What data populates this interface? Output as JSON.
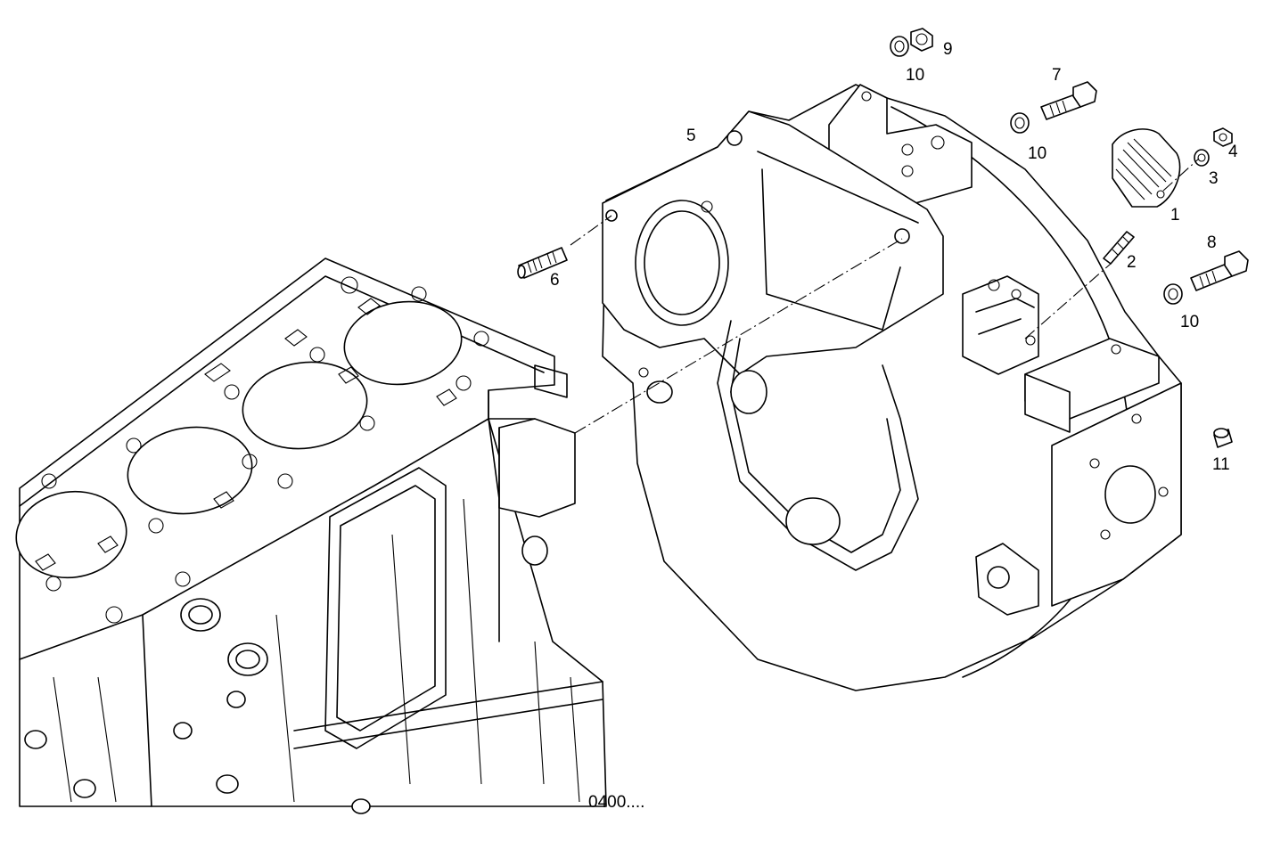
{
  "diagram": {
    "reference_code": "0400....",
    "callouts": [
      {
        "id": "1",
        "label": "1"
      },
      {
        "id": "2",
        "label": "2"
      },
      {
        "id": "3",
        "label": "3"
      },
      {
        "id": "4",
        "label": "4"
      },
      {
        "id": "5",
        "label": "5"
      },
      {
        "id": "6",
        "label": "6"
      },
      {
        "id": "7",
        "label": "7"
      },
      {
        "id": "8",
        "label": "8"
      },
      {
        "id": "9",
        "label": "9"
      },
      {
        "id": "10a",
        "label": "10"
      },
      {
        "id": "10b",
        "label": "10"
      },
      {
        "id": "10c",
        "label": "10"
      },
      {
        "id": "11",
        "label": "11"
      }
    ]
  }
}
